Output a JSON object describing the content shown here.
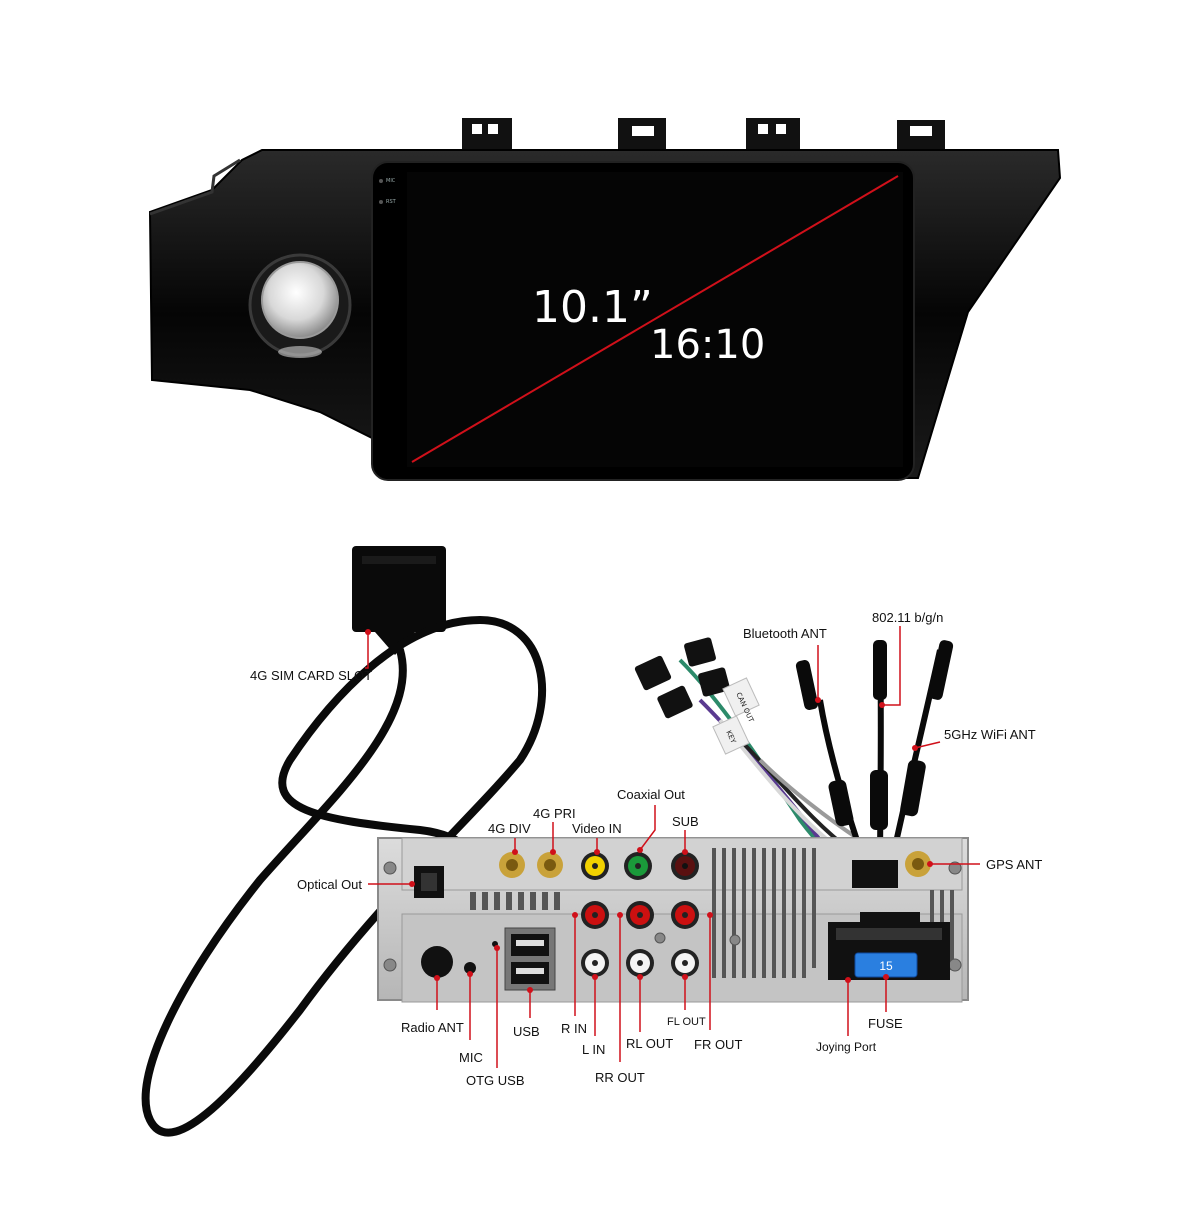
{
  "screen": {
    "size_label": "10.1”",
    "ratio_label": "16:10",
    "mic_label": "MIC",
    "rst_label": "RST"
  },
  "labels": {
    "sim_slot": "4G SIM CARD SLOT",
    "optical_out": "Optical Out",
    "g4_div": "4G DIV",
    "g4_pri": "4G PRI",
    "video_in": "Video IN",
    "coaxial_out": "Coaxial Out",
    "sub": "SUB",
    "bluetooth_ant": "Bluetooth ANT",
    "wifi_24": "802.11 b/g/n",
    "wifi_5": "5GHz WiFi ANT",
    "gps_ant": "GPS ANT",
    "radio_ant": "Radio ANT",
    "mic": "MIC",
    "otg_usb": "OTG USB",
    "usb": "USB",
    "r_in": "R IN",
    "l_in": "L IN",
    "rr_out": "RR OUT",
    "rl_out": "RL OUT",
    "fl_out": "FL OUT",
    "fr_out": "FR OUT",
    "joying_port": "Joying Port",
    "fuse": "FUSE"
  },
  "fuse_value": "15",
  "cable_tags": [
    "CAN OUT",
    "KEY"
  ],
  "colors": {
    "bezel": "#0a0a0a",
    "screen": "#050505",
    "diagonal": "#d0101a",
    "chassis": "#c8c8c8",
    "rca_yellow": "#f2d200",
    "rca_green": "#1a9a3a",
    "rca_red": "#cc1010",
    "rca_white": "#f4f4f4",
    "sma_gold": "#c9a23a",
    "fuse_blue": "#2a7fe0"
  }
}
